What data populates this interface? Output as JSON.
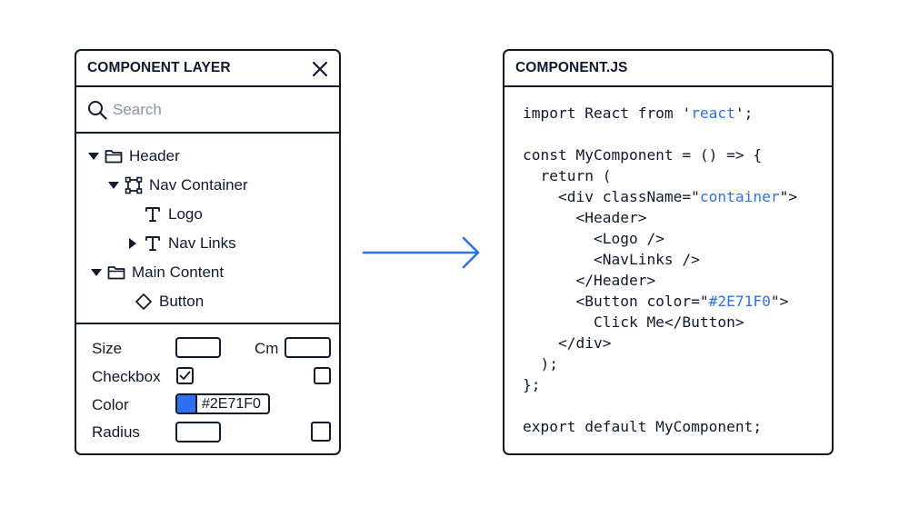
{
  "layer_panel": {
    "title": "COMPONENT LAYER",
    "search": {
      "placeholder": "Search",
      "value": ""
    },
    "tree": [
      {
        "label": "Header",
        "icon": "folder-icon",
        "expanded": true
      },
      {
        "label": "Nav Container",
        "icon": "frame-icon",
        "expanded": true
      },
      {
        "label": "Logo",
        "icon": "text-icon"
      },
      {
        "label": "Nav Links",
        "icon": "text-icon",
        "expanded": false
      },
      {
        "label": "Main Content",
        "icon": "folder-icon",
        "expanded": true
      },
      {
        "label": "Button",
        "icon": "component-diamond-icon"
      }
    ],
    "properties": {
      "size_label": "Size",
      "cm_label": "Cm",
      "checkbox_label": "Checkbox",
      "checkbox_checked": true,
      "checkbox2_checked": false,
      "color_label": "Color",
      "color_value": "#2E71F0",
      "radius_label": "Radius",
      "radius_check_checked": false
    }
  },
  "code_panel": {
    "title": "COMPONENT.JS",
    "lines": [
      "import React from 'react';",
      "",
      "const MyComponent = () => {",
      "  return (",
      "    <div className=\"container\">",
      "      <Header>",
      "        <Logo />",
      "        <NavLinks />",
      "      </Header>",
      "      <Button color=\"#2E71F0\">",
      "        Click Me</Button>",
      "    </div>",
      "  );",
      "};",
      "",
      "export default MyComponent;"
    ]
  },
  "colors": {
    "accent": "#2e71f0",
    "ink": "#0f1a2e",
    "placeholder": "#8a93a1"
  }
}
